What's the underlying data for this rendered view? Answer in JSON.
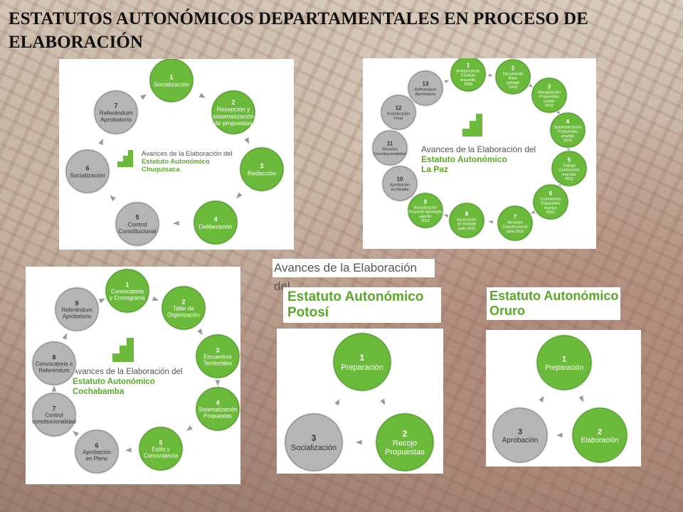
{
  "title": "ESTATUTOS AUTONÓMICOS DEPARTAMENTALES EN PROCESO DE ELABORACIÓN",
  "colors": {
    "green": "#6cba3c",
    "green_dark": "#4e9a25",
    "gray": "#b5b5b5",
    "gray_dark": "#8c8c8c",
    "arrow": "#9a9a9a"
  },
  "chuquisaca": {
    "caption_1": "Avances de la Elaboración del",
    "caption_2": "Estatuto Autonómico",
    "caption_3": "Chuquisaca",
    "steps": [
      {
        "num": "1",
        "text": [
          "Socialización"
        ]
      },
      {
        "num": "2",
        "text": [
          "Recepción y",
          "sistematización",
          "de propuestas"
        ]
      },
      {
        "num": "3",
        "text": [
          "Redacción"
        ]
      },
      {
        "num": "4",
        "text": [
          "Deliberación"
        ]
      },
      {
        "num": "5",
        "text": [
          "Control",
          "Constitucional"
        ]
      },
      {
        "num": "6",
        "text": [
          "Socialización"
        ]
      },
      {
        "num": "7",
        "text": [
          "Referéndum",
          "Aprobatorio"
        ]
      }
    ]
  },
  "lapaz": {
    "caption_1": "Avances de la Elaboración del",
    "caption_2": "Estatuto Autonómico",
    "caption_3": "La Paz",
    "steps": [
      {
        "num": "1",
        "text": [
          "Anteproyecto",
          "Estatuto",
          "mayo/dic",
          "2009"
        ]
      },
      {
        "num": "2",
        "text": [
          "Documento",
          "Base",
          "jul/sept",
          "2010"
        ]
      },
      {
        "num": "3",
        "text": [
          "Recopilación",
          "Propuestas",
          "oct/dic",
          "2010"
        ]
      },
      {
        "num": "4",
        "text": [
          "Sistematización",
          "Propuestas",
          "ene/feb",
          "2011"
        ]
      },
      {
        "num": "5",
        "text": [
          "Trabajo",
          "Comisiones",
          "mar/abr",
          "2011"
        ]
      },
      {
        "num": "6",
        "text": [
          "Comisiones",
          "Espaciales",
          "mar/jun",
          "2011"
        ]
      },
      {
        "num": "7",
        "text": [
          "Revisión",
          "Constitucional",
          "Julio 2011"
        ]
      },
      {
        "num": "8",
        "text": [
          "Aprovación",
          "en Grande",
          "Julio 2011"
        ]
      },
      {
        "num": "9",
        "text": [
          "Socialización",
          "Proyecto Aprobado",
          "ago/dic",
          "2011"
        ]
      },
      {
        "num": "10",
        "text": [
          "Aprobación",
          "en Detalle"
        ]
      },
      {
        "num": "11",
        "text": [
          "Revisión",
          "Constitucionalidad"
        ]
      },
      {
        "num": "12",
        "text": [
          "Socialización",
          "Final"
        ]
      },
      {
        "num": "13",
        "text": [
          "Referéndum",
          "Aprobatorio"
        ]
      }
    ]
  },
  "cochabamba": {
    "caption_1": "Avances de la Elaboración del",
    "caption_2": "Estatuto Autonómico",
    "caption_3": "Cochabamba",
    "steps": [
      {
        "num": "1",
        "text": [
          "Convocatoria",
          "y Cronograma"
        ]
      },
      {
        "num": "2",
        "text": [
          "Taller de",
          "Organización"
        ]
      },
      {
        "num": "3",
        "text": [
          "Encuentros",
          "Territoriales"
        ]
      },
      {
        "num": "4",
        "text": [
          "Sistematización",
          "Propuestas"
        ]
      },
      {
        "num": "5",
        "text": [
          "Estilo y",
          "Concordancia"
        ]
      },
      {
        "num": "6",
        "text": [
          "Aprobación",
          "en Pleno"
        ]
      },
      {
        "num": "7",
        "text": [
          "Control",
          "constitucionalidad"
        ]
      },
      {
        "num": "8",
        "text": [
          "Convocatoria a",
          "Referéndum"
        ]
      },
      {
        "num": "9",
        "text": [
          "Referéndum",
          "Aprobatorio"
        ]
      }
    ]
  },
  "potosi": {
    "caption_1": "Avances de la Elaboración del",
    "caption_2": "Estatuto Autonómico",
    "caption_3": "Potosí",
    "steps": [
      {
        "num": "1",
        "text": [
          "Preparación"
        ]
      },
      {
        "num": "2",
        "text": [
          "Recojo",
          "Propuestas"
        ]
      },
      {
        "num": "3",
        "text": [
          "Socialización"
        ]
      }
    ]
  },
  "oruro": {
    "caption_2": "Estatuto Autonómico",
    "caption_3": "Oruro",
    "steps": [
      {
        "num": "1",
        "text": [
          "Preparación"
        ]
      },
      {
        "num": "2",
        "text": [
          "Elaboración"
        ]
      },
      {
        "num": "3",
        "text": [
          "Aprobación"
        ]
      }
    ]
  }
}
